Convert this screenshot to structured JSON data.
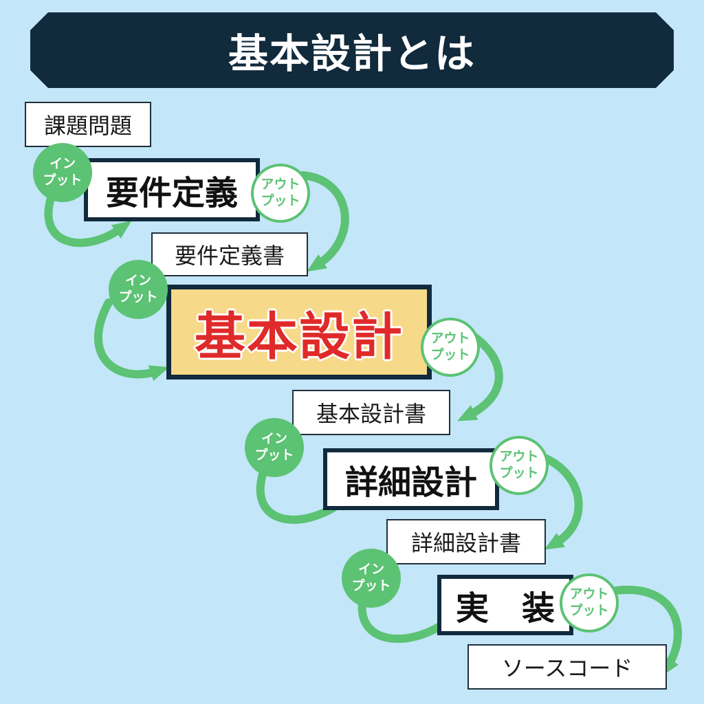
{
  "title": "基本設計とは",
  "documents": {
    "issues": "課題問題",
    "requirements_doc": "要件定義書",
    "basic_design_doc": "基本設計書",
    "detailed_design_doc": "詳細設計書",
    "source_code": "ソースコード"
  },
  "phases": {
    "requirements": "要件定義",
    "basic_design": "基本設計",
    "detailed_design": "詳細設計",
    "implementation": "実　装"
  },
  "badges": {
    "input_line1": "イン",
    "input_line2": "プット",
    "output_line1": "アウト",
    "output_line2": "プット"
  },
  "colors": {
    "background": "#c3e6f8",
    "title_bar": "#112a3c",
    "arrow_green": "#5cc274",
    "highlight_fill": "#f7d98a",
    "highlight_text": "#e02a2a"
  }
}
